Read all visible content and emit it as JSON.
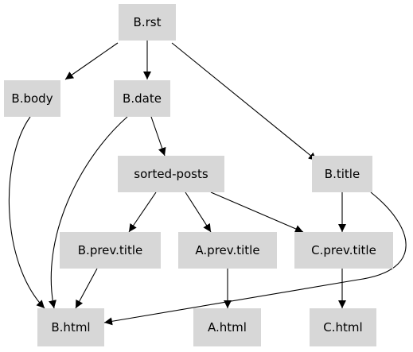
{
  "nodes": {
    "b_rst": "B.rst",
    "b_body": "B.body",
    "b_date": "B.date",
    "sorted_posts": "sorted-posts",
    "b_title": "B.title",
    "b_prev_title": "B.prev.title",
    "a_prev_title": "A.prev.title",
    "c_prev_title": "C.prev.title",
    "b_html": "B.html",
    "a_html": "A.html",
    "c_html": "C.html"
  },
  "edges": [
    [
      "b_rst",
      "b_body"
    ],
    [
      "b_rst",
      "b_date"
    ],
    [
      "b_rst",
      "b_title"
    ],
    [
      "b_body",
      "b_html"
    ],
    [
      "b_date",
      "b_html"
    ],
    [
      "b_date",
      "sorted_posts"
    ],
    [
      "sorted_posts",
      "b_prev_title"
    ],
    [
      "sorted_posts",
      "a_prev_title"
    ],
    [
      "sorted_posts",
      "c_prev_title"
    ],
    [
      "b_title",
      "c_prev_title"
    ],
    [
      "b_title",
      "b_html"
    ],
    [
      "b_prev_title",
      "b_html"
    ],
    [
      "a_prev_title",
      "a_html"
    ],
    [
      "c_prev_title",
      "c_html"
    ]
  ],
  "colors": {
    "node_fill": "#d7d7d7",
    "edge": "#000000",
    "text": "#000000"
  }
}
